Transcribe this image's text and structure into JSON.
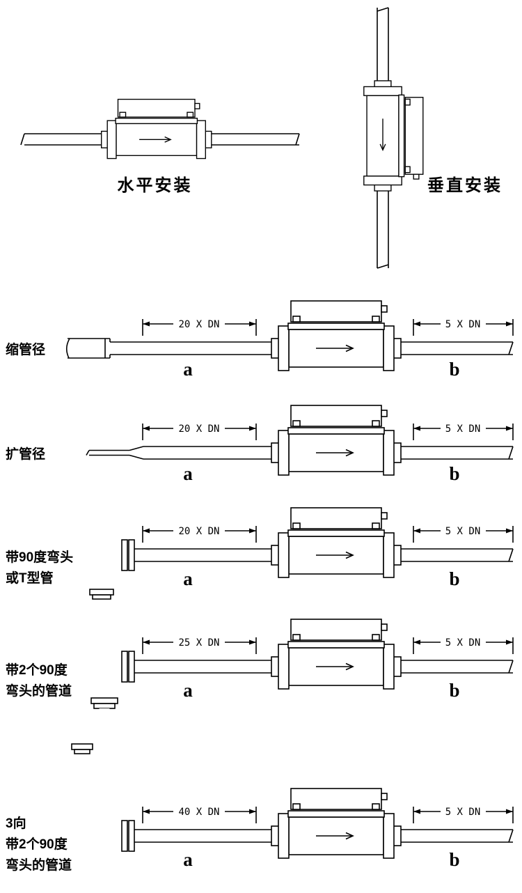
{
  "canvas": {
    "background": "#ffffff",
    "line_color": "#000000"
  },
  "top_figures": {
    "horizontal": {
      "label": "水平安装"
    },
    "vertical": {
      "label": "垂直安装"
    }
  },
  "rows": [
    {
      "label_lines": [
        "缩管径"
      ],
      "upstream_dim": "20 X DN",
      "downstream_dim": "5 X DN",
      "upstream_letter": "a",
      "downstream_letter": "b"
    },
    {
      "label_lines": [
        "扩管径"
      ],
      "upstream_dim": "20 X DN",
      "downstream_dim": "5 X DN",
      "upstream_letter": "a",
      "downstream_letter": "b"
    },
    {
      "label_lines": [
        "带90度弯头",
        "或T型管"
      ],
      "upstream_dim": "20 X DN",
      "downstream_dim": "5 X DN",
      "upstream_letter": "a",
      "downstream_letter": "b"
    },
    {
      "label_lines": [
        "带2个90度",
        "弯头的管道"
      ],
      "upstream_dim": "25 X DN",
      "downstream_dim": "5 X DN",
      "upstream_letter": "a",
      "downstream_letter": "b"
    },
    {
      "label_lines": [
        "3向",
        "带2个90度",
        "弯头的管道"
      ],
      "upstream_dim": "40 X DN",
      "downstream_dim": "5 X DN",
      "upstream_letter": "a",
      "downstream_letter": "b"
    }
  ]
}
